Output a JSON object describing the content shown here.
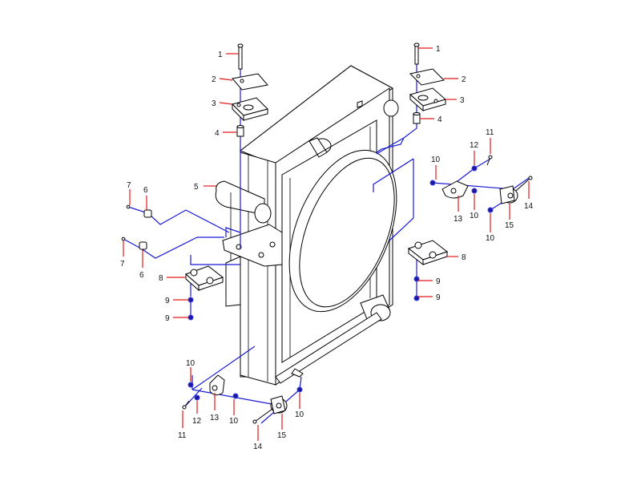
{
  "diagram": {
    "colors": {
      "assembly_line": "#1a1ad6",
      "callout_line": "#e21a1a",
      "ball": "#1a1aa0",
      "outline": "#000000"
    },
    "callouts": {
      "c1a": "1",
      "c1b": "1",
      "c2a": "2",
      "c2b": "2",
      "c3a": "3",
      "c3b": "3",
      "c4a": "4",
      "c4b": "4",
      "c5": "5",
      "c6a": "6",
      "c6b": "6",
      "c7a": "7",
      "c7b": "7",
      "c8a": "8",
      "c8b": "8",
      "c9a": "9",
      "c9b": "9",
      "c9c": "9",
      "c9d": "9",
      "c10a": "10",
      "c10b": "10",
      "c10c": "10",
      "c10d": "10",
      "c10e": "10",
      "c10f": "10",
      "c11a": "11",
      "c11b": "11",
      "c12a": "12",
      "c12b": "12",
      "c13a": "13",
      "c13b": "13",
      "c14a": "14",
      "c14b": "14",
      "c15a": "15",
      "c15b": "15"
    }
  }
}
